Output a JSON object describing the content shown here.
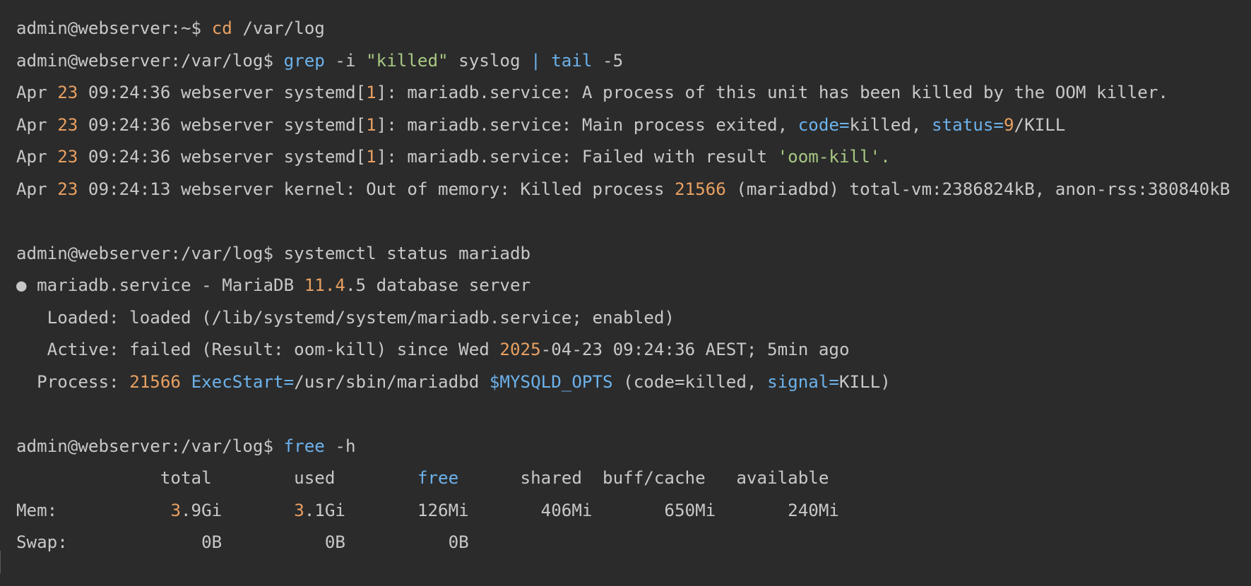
{
  "terminal": {
    "lines": [
      [
        {
          "t": "admin@webserver:~$ "
        },
        {
          "t": "cd",
          "c": "orange"
        },
        {
          "t": " /var/log"
        }
      ],
      [
        {
          "t": "admin@webserver:/var/log$ "
        },
        {
          "t": "grep",
          "c": "blue"
        },
        {
          "t": " -i "
        },
        {
          "t": "\"killed\"",
          "c": "green"
        },
        {
          "t": " syslog "
        },
        {
          "t": "|",
          "c": "blue"
        },
        {
          "t": " "
        },
        {
          "t": "tail",
          "c": "blue"
        },
        {
          "t": " -5"
        }
      ],
      [
        {
          "t": "Apr "
        },
        {
          "t": "23",
          "c": "orange"
        },
        {
          "t": " 09:24:36 webserver systemd["
        },
        {
          "t": "1",
          "c": "orange"
        },
        {
          "t": "]: mariadb.service: A process of this unit has been killed by the OOM killer."
        }
      ],
      [
        {
          "t": "Apr "
        },
        {
          "t": "23",
          "c": "orange"
        },
        {
          "t": " 09:24:36 webserver systemd["
        },
        {
          "t": "1",
          "c": "orange"
        },
        {
          "t": "]: mariadb.service: Main process exited, "
        },
        {
          "t": "code=",
          "c": "blue"
        },
        {
          "t": "killed, "
        },
        {
          "t": "status=",
          "c": "blue"
        },
        {
          "t": "9",
          "c": "orange"
        },
        {
          "t": "/KILL"
        }
      ],
      [
        {
          "t": "Apr "
        },
        {
          "t": "23",
          "c": "orange"
        },
        {
          "t": " 09:24:36 webserver systemd["
        },
        {
          "t": "1",
          "c": "orange"
        },
        {
          "t": "]: mariadb.service: Failed with result "
        },
        {
          "t": "'oom-kill'.",
          "c": "green"
        }
      ],
      [
        {
          "t": "Apr "
        },
        {
          "t": "23",
          "c": "orange"
        },
        {
          "t": " 09:24:13 webserver kernel: Out of memory: Killed process "
        },
        {
          "t": "21566",
          "c": "orange"
        },
        {
          "t": " (mariadbd) total-vm:2386824kB, anon-rss:380840kB"
        }
      ],
      [],
      [
        {
          "t": "admin@webserver:/var/log$ systemctl status mariadb"
        }
      ],
      [
        {
          "t": "● mariadb.service - MariaDB "
        },
        {
          "t": "11.4",
          "c": "orange"
        },
        {
          "t": ".5 database server"
        }
      ],
      [
        {
          "t": "   Loaded: loaded (/lib/systemd/system/mariadb.service; enabled)"
        }
      ],
      [
        {
          "t": "   Active: failed (Result: oom-kill) since Wed "
        },
        {
          "t": "2025",
          "c": "orange"
        },
        {
          "t": "-04-23 09:24:36 AEST; 5min ago"
        }
      ],
      [
        {
          "t": "  Process: "
        },
        {
          "t": "21566",
          "c": "orange"
        },
        {
          "t": " "
        },
        {
          "t": "ExecStart=",
          "c": "blue"
        },
        {
          "t": "/usr/sbin/mariadbd "
        },
        {
          "t": "$MYSQLD_OPTS",
          "c": "blue"
        },
        {
          "t": " (code=killed, "
        },
        {
          "t": "signal=",
          "c": "blue"
        },
        {
          "t": "KILL)"
        }
      ],
      [],
      [
        {
          "t": "admin@webserver:/var/log$ "
        },
        {
          "t": "free",
          "c": "blue"
        },
        {
          "t": " -h"
        }
      ],
      [
        {
          "t": "              total        used        "
        },
        {
          "t": "free",
          "c": "blue"
        },
        {
          "t": "      shared  buff/cache   available"
        }
      ],
      [
        {
          "t": "Mem:           "
        },
        {
          "t": "3",
          "c": "orange"
        },
        {
          "t": ".9Gi       "
        },
        {
          "t": "3",
          "c": "orange"
        },
        {
          "t": ".1Gi       126Mi       406Mi       650Mi       240Mi"
        }
      ],
      [
        {
          "t": "Swap:             0B          0B          0B"
        }
      ]
    ]
  }
}
